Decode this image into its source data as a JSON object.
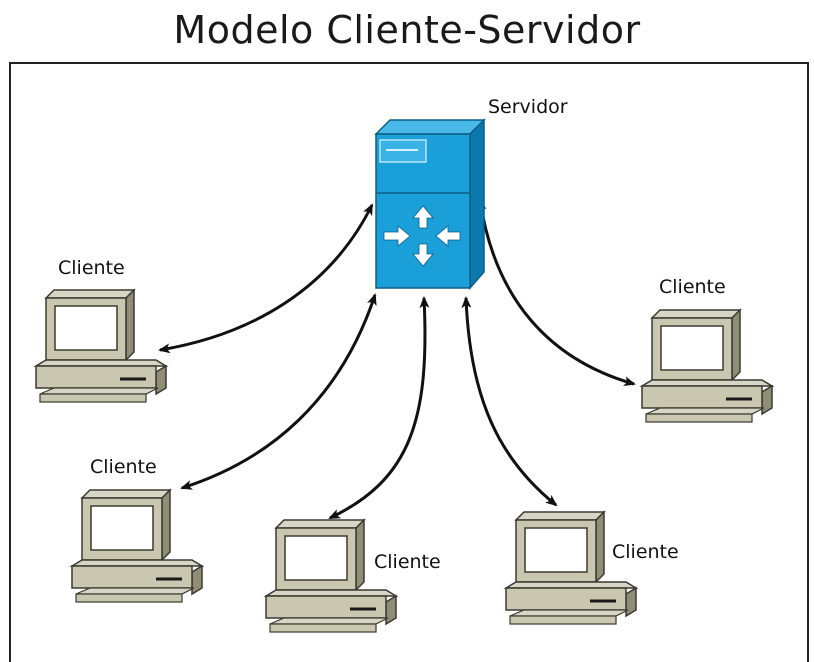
{
  "title": "Modelo Cliente-Servidor",
  "server": {
    "label": "Servidor",
    "icon": "server-router-icon",
    "color": "#1a9fd8"
  },
  "clients": [
    {
      "id": "left",
      "label": "Cliente",
      "icon": "desktop-computer-icon"
    },
    {
      "id": "lower-left",
      "label": "Cliente",
      "icon": "desktop-computer-icon"
    },
    {
      "id": "bottom-center",
      "label": "Cliente",
      "icon": "desktop-computer-icon"
    },
    {
      "id": "bottom-right",
      "label": "Cliente",
      "icon": "desktop-computer-icon"
    },
    {
      "id": "right",
      "label": "Cliente",
      "icon": "desktop-computer-icon"
    }
  ],
  "connections": [
    {
      "from": "server",
      "to": "left",
      "type": "bidirectional-arrow"
    },
    {
      "from": "server",
      "to": "lower-left",
      "type": "bidirectional-arrow"
    },
    {
      "from": "server",
      "to": "bottom-center",
      "type": "bidirectional-arrow"
    },
    {
      "from": "server",
      "to": "bottom-right",
      "type": "bidirectional-arrow"
    },
    {
      "from": "server",
      "to": "right",
      "type": "bidirectional-arrow"
    }
  ]
}
